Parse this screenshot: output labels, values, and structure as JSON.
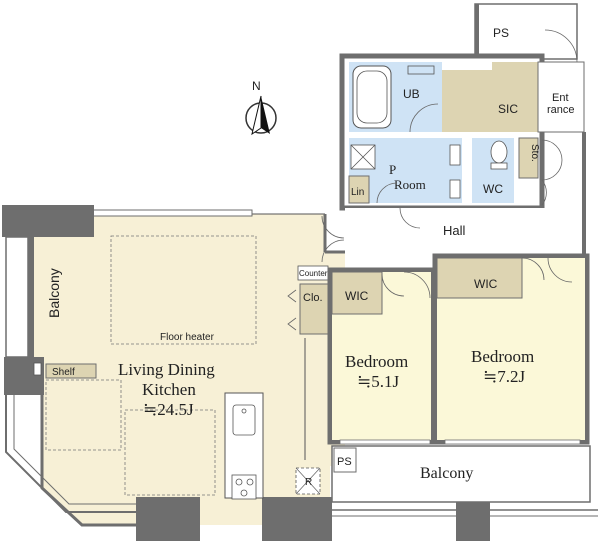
{
  "colors": {
    "ldk": "#f7f0d6",
    "bedroom": "#fbf8d8",
    "wet": "#cfe3f5",
    "storage": "#ddd4b2",
    "wall": "#6e6e6e",
    "white": "#ffffff"
  },
  "compass": {
    "north_label": "N"
  },
  "rooms": {
    "ldk": {
      "name": "Living Dining\nKitchen",
      "size": "≒24.5J"
    },
    "bedroom1": {
      "name": "Bedroom",
      "size": "≒5.1J"
    },
    "bedroom2": {
      "name": "Bedroom",
      "size": "≒7.2J"
    },
    "powder": {
      "name": "Powder\nRoom"
    }
  },
  "labels": {
    "floor_heater": "Floor heater",
    "shelf": "Shelf",
    "balcony_left": "Balcony",
    "balcony_bottom": "Balcony",
    "counter": "Counter",
    "clo": "Clo.",
    "wic1": "WIC",
    "wic2": "WIC",
    "ps_top": "PS",
    "ps_bottom": "PS",
    "ub": "UB",
    "sic": "SIC",
    "entrance": "Ent\nrance",
    "sto": "Sto.",
    "wc": "WC",
    "lin": "Lin",
    "hall": "Hall",
    "refrigerator": "R"
  }
}
